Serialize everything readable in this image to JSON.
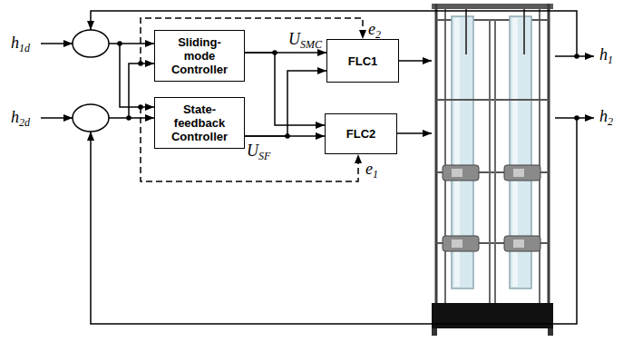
{
  "diagram": {
    "nodes": [
      {
        "text": [
          "Sliding-mode Controller"
        ]
      },
      {
        "text": [
          "State-feedback Controller"
        ]
      },
      {
        "text": [
          "FLC1"
        ]
      },
      {
        "text": [
          "FLC2"
        ]
      }
    ],
    "edges": [
      {
        "from": 0,
        "to": 2,
        "arrow": "to"
      },
      {
        "from": 0,
        "to": 3,
        "arrow": "to"
      },
      {
        "from": 1,
        "to": 3,
        "arrow": "to"
      },
      {
        "from": 1,
        "to": 2,
        "arrow": "to"
      }
    ],
    "labels": [
      "h1d",
      "h2d",
      "USMC",
      "USF",
      "e2",
      "e1",
      "h1",
      "h2"
    ]
  }
}
